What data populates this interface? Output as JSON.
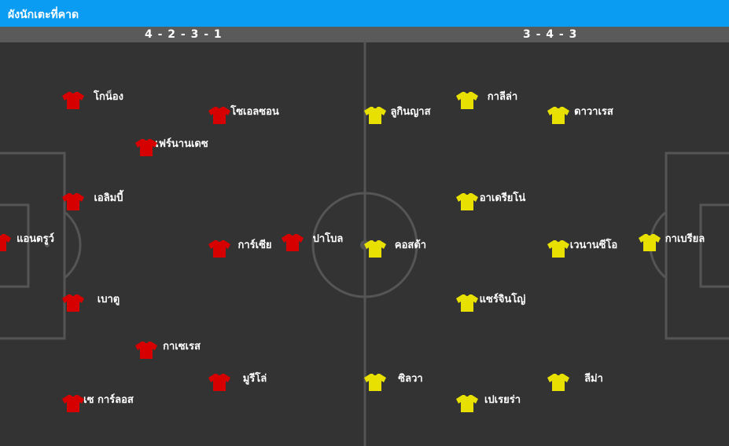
{
  "header": {
    "title": "ผังนักเตะที่คาด"
  },
  "formations": {
    "home": "4 - 2 - 3 - 1",
    "away": "3 - 4 - 3"
  },
  "colors": {
    "home_shirt": "#d60000",
    "away_shirt": "#e8e000",
    "title_bg": "#0a9cf3"
  },
  "home_players": [
    {
      "name": "แอนดรูว์"
    },
    {
      "name": "โกน็อง"
    },
    {
      "name": "เอลิมบี้"
    },
    {
      "name": "เบาตู"
    },
    {
      "name": "เซ การ์ลอส"
    },
    {
      "name": "เฟร์นานเดซ"
    },
    {
      "name": "กาเซเรส"
    },
    {
      "name": "โซเอลซอน"
    },
    {
      "name": "การ์เซีย"
    },
    {
      "name": "มูรีโล่"
    },
    {
      "name": "ปาโบล"
    }
  ],
  "away_players": [
    {
      "name": "กาเบรียล"
    },
    {
      "name": "ดาวาเรส"
    },
    {
      "name": "เวนานซีโอ"
    },
    {
      "name": "ลีม่า"
    },
    {
      "name": "กาลีล่า"
    },
    {
      "name": "อาเดรียโน่"
    },
    {
      "name": "แซร์จินโญ่"
    },
    {
      "name": "เปเรยร่า"
    },
    {
      "name": "ลูกินญาส"
    },
    {
      "name": "คอสต้า"
    },
    {
      "name": "ซิลวา"
    }
  ]
}
